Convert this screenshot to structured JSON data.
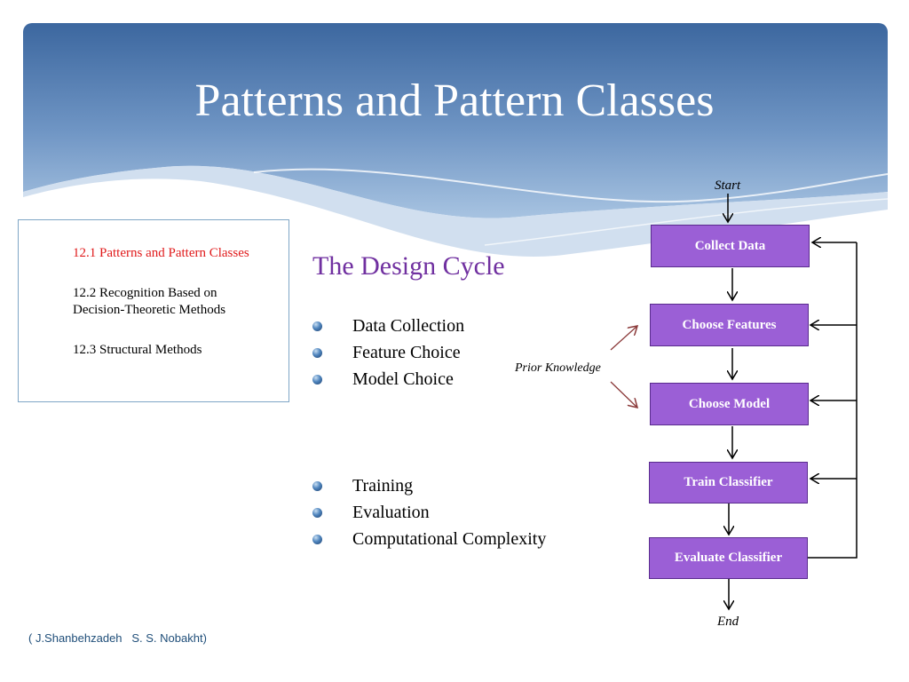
{
  "slide": {
    "title": "Patterns and Pattern Classes",
    "toc": [
      {
        "label": "12.1 Patterns and Pattern Classes",
        "active": true
      },
      {
        "label": "12.2 Recognition Based on Decision-Theoretic Methods",
        "active": false
      },
      {
        "label": "12.3 Structural Methods",
        "active": false
      }
    ],
    "subtitle": "The Design Cycle",
    "bullets_group1": [
      "Data Collection",
      "Feature Choice",
      "Model Choice"
    ],
    "bullets_group2": [
      "Training",
      "Evaluation",
      "Computational Complexity"
    ],
    "footer": "( J.Shanbehzadeh   S. S. Nobakht)"
  },
  "flowchart": {
    "start": "Start",
    "end": "End",
    "prior_knowledge": "Prior Knowledge",
    "steps": [
      "Collect Data",
      "Choose Features",
      "Choose Model",
      "Train Classifier",
      "Evaluate Classifier"
    ]
  },
  "colors": {
    "header_dark": "#3d6aa1",
    "header_light": "#a9c4e2",
    "box_fill": "#9b5fd6",
    "toc_active": "#e0191a",
    "subtitle": "#7030a0",
    "prior_arrow": "#8b3a3a"
  }
}
